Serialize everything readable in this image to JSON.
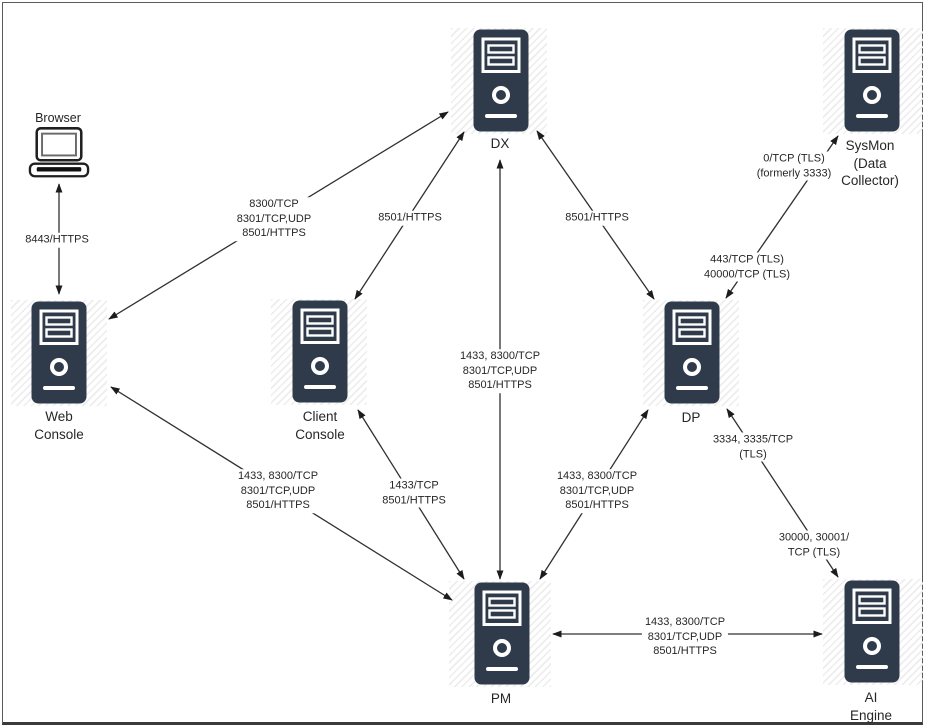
{
  "colors": {
    "server_fill": "#2F3B4B",
    "line": "#303030",
    "text": "#262626",
    "hatch": "#ededed"
  },
  "nodes": {
    "browser": {
      "label": "Browser",
      "type": "laptop"
    },
    "web_console": {
      "label": "Web\nConsole",
      "type": "server"
    },
    "client_console": {
      "label": "Client\nConsole",
      "type": "server"
    },
    "dx": {
      "label": "DX",
      "type": "server"
    },
    "sysmon": {
      "label": "SysMon\n(Data\nCollector)",
      "type": "server"
    },
    "dp": {
      "label": "DP",
      "type": "server"
    },
    "pm": {
      "label": "PM",
      "type": "server"
    },
    "ai_engine": {
      "label": "AI Engine",
      "type": "server"
    }
  },
  "edges": {
    "browser_web_console": {
      "from": "browser",
      "to": "web_console",
      "label": "8443/HTTPS"
    },
    "web_console_dx": {
      "from": "web_console",
      "to": "dx",
      "label": "8300/TCP\n8301/TCP,UDP\n8501/HTTPS"
    },
    "client_console_dx": {
      "from": "client_console",
      "to": "dx",
      "label": "8501/HTTPS"
    },
    "dp_dx": {
      "from": "dp",
      "to": "dx",
      "label": "8501/HTTPS"
    },
    "pm_dx": {
      "from": "pm",
      "to": "dx",
      "label": "1433, 8300/TCP\n8301/TCP,UDP\n8501/HTTPS"
    },
    "web_console_pm": {
      "from": "web_console",
      "to": "pm",
      "label": "1433, 8300/TCP\n8301/TCP,UDP\n8501/HTTPS"
    },
    "client_console_pm": {
      "from": "client_console",
      "to": "pm",
      "label": "1433/TCP\n8501/HTTPS"
    },
    "dp_pm": {
      "from": "dp",
      "to": "pm",
      "label": "1433, 8300/TCP\n8301/TCP,UDP\n8501/HTTPS"
    },
    "dp_sysmon": {
      "from": "dp",
      "to": "sysmon",
      "label_upper": "0/TCP (TLS)\n(formerly 3333)",
      "label_lower": "443/TCP (TLS)\n40000/TCP (TLS)"
    },
    "dp_ai_engine": {
      "from": "dp",
      "to": "ai_engine",
      "label_upper": "3334, 3335/TCP\n(TLS)",
      "label_lower": "30000, 30001/\nTCP (TLS)"
    },
    "pm_ai_engine": {
      "from": "pm",
      "to": "ai_engine",
      "label": "1433, 8300/TCP\n8301/TCP,UDP\n8501/HTTPS"
    }
  }
}
